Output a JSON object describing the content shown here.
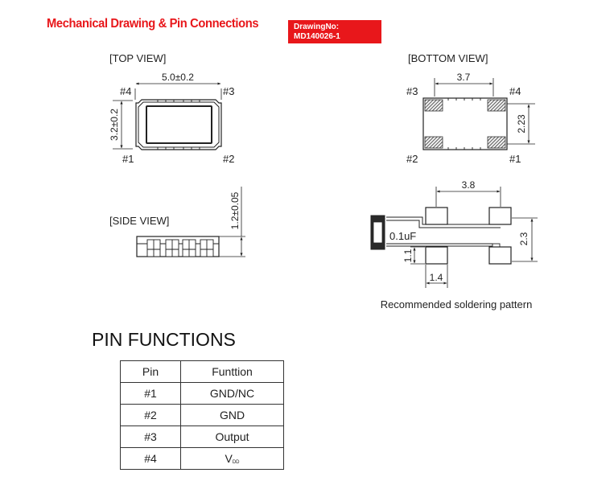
{
  "header": {
    "title": "Mechanical Drawing & Pin Connections",
    "drawing_no_label": "DrawingNo:",
    "drawing_no_value": "MD140026-1",
    "title_color": "#e8171b"
  },
  "top_view": {
    "label": "[TOP VIEW]",
    "width_dim": "5.0±0.2",
    "height_dim": "3.2±0.2",
    "pins": {
      "p1": "#1",
      "p2": "#2",
      "p3": "#3",
      "p4": "#4"
    }
  },
  "bottom_view": {
    "label": "[BOTTOM VIEW]",
    "width_dim": "3.7",
    "height_dim": "2.23",
    "pins": {
      "p1": "#1",
      "p2": "#2",
      "p3": "#3",
      "p4": "#4"
    }
  },
  "side_view": {
    "label": "[SIDE VIEW]",
    "height_dim": "1.2±0.05"
  },
  "solder_pattern": {
    "width_dim": "3.8",
    "height_dim": "2.3",
    "pad_height_dim": "1.1",
    "pad_width_dim": "1.4",
    "capacitor_label": "0.1uF",
    "caption": "Recommended soldering pattern"
  },
  "pin_functions": {
    "title": "PIN FUNCTIONS",
    "headers": {
      "pin": "Pin",
      "function": "Funttion"
    },
    "rows": [
      {
        "pin": "#1",
        "function": "GND/NC"
      },
      {
        "pin": "#2",
        "function": "GND"
      },
      {
        "pin": "#3",
        "function": "Output"
      },
      {
        "pin": "#4",
        "function": "V",
        "function_sub": "DD"
      }
    ]
  }
}
